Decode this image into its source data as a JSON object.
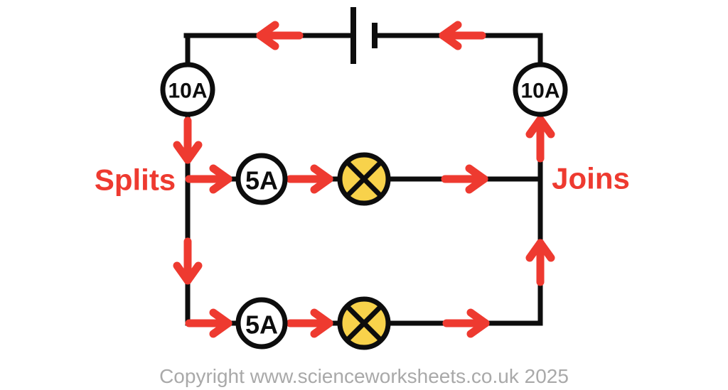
{
  "circuit": {
    "ammeters": {
      "main_left": "10A",
      "main_right": "10A",
      "branch_top": "5A",
      "branch_bottom": "5A"
    },
    "labels": {
      "splits": "Splits",
      "joins": "Joins"
    },
    "footer": {
      "copyright": "Copyright www.scienceworksheets.co.uk 2025"
    },
    "colors": {
      "arrow_red": "#ee3a30",
      "label_red": "#ee3a30",
      "lamp_yellow": "#f8d24b",
      "wire_black": "#0d0d0d",
      "copyright_gray": "#a9a9a9",
      "background": "#ffffff"
    }
  }
}
